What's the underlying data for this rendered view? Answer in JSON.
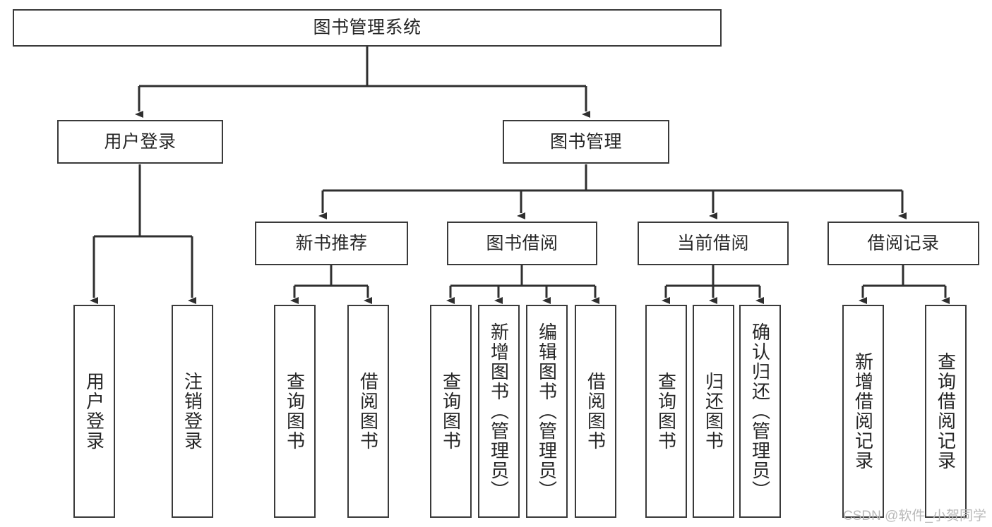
{
  "diagram": {
    "type": "tree-hierarchy-chart",
    "title": "图书管理系统",
    "watermark": "CSDN @软件_小贺同学",
    "colors": {
      "box_border": "#3a3a3a",
      "box_fill": "#ffffff",
      "connector": "#2f2f2f",
      "text": "#262626",
      "watermark": "#b9b9b9",
      "background": "#ffffff"
    },
    "nodes": {
      "root": {
        "label": "图书管理系统"
      },
      "level2": [
        {
          "label": "用户登录"
        },
        {
          "label": "图书管理"
        }
      ],
      "level3": [
        {
          "label": "新书推荐"
        },
        {
          "label": "图书借阅"
        },
        {
          "label": "当前借阅"
        },
        {
          "label": "借阅记录"
        }
      ],
      "leaves": {
        "user_login": [
          {
            "label": "用户登录"
          },
          {
            "label": "注销登录"
          }
        ],
        "new_book_recommend": [
          {
            "label": "查询图书"
          },
          {
            "label": "借阅图书"
          }
        ],
        "book_borrow": [
          {
            "label": "查询图书"
          },
          {
            "label": "新增图书（管理员）"
          },
          {
            "label": "编辑图书（管理员）"
          },
          {
            "label": "借阅图书"
          }
        ],
        "current_borrow": [
          {
            "label": "查询图书"
          },
          {
            "label": "归还图书"
          },
          {
            "label": "确认归还（管理员）"
          }
        ],
        "borrow_record": [
          {
            "label": "新增借阅记录"
          },
          {
            "label": "查询借阅记录"
          }
        ]
      }
    }
  }
}
